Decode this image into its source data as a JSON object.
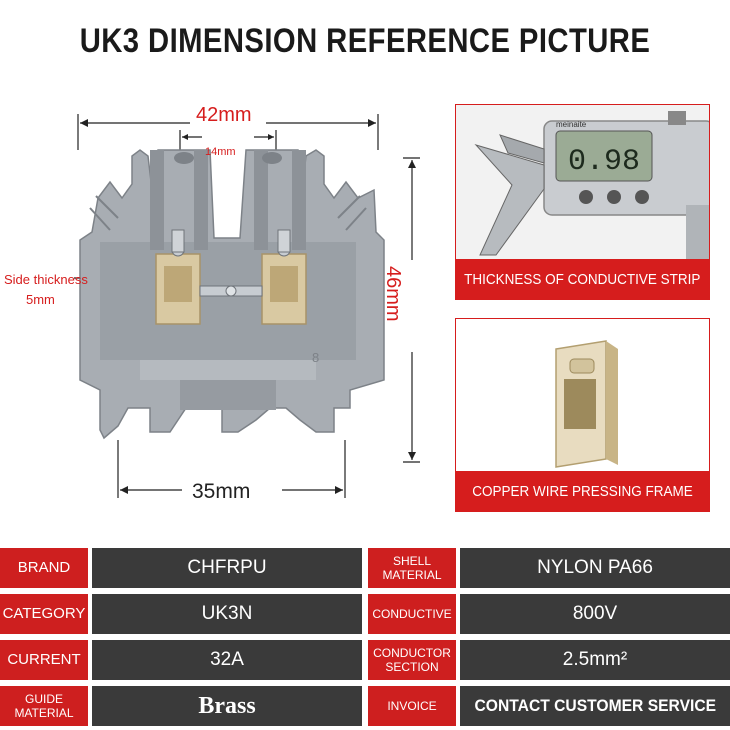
{
  "title": "UK3 DIMENSION REFERENCE PICTURE",
  "diagram": {
    "width_label": "42mm",
    "gap_label": "14mm",
    "side_thickness_label": "Side thickness",
    "side_thickness_value": "5mm",
    "height_label": "46mm",
    "base_label": "35mm",
    "mark": "8"
  },
  "panels": {
    "top": {
      "caption": "THICKNESS OF CONDUCTIVE STRIP",
      "reading": "0.98",
      "brand": "meinaite"
    },
    "bottom": {
      "caption": "COPPER WIRE PRESSING FRAME"
    }
  },
  "specs": [
    {
      "left_label": "BRAND",
      "left_value": "CHFRPU",
      "right_label": "SHELL MATERIAL",
      "right_value": "NYLON PA66"
    },
    {
      "left_label": "CATEGORY",
      "left_value": "UK3N",
      "right_label": "CONDUCTIVE",
      "right_value": "800V"
    },
    {
      "left_label": "CURRENT",
      "left_value": "32A",
      "right_label": "CONDUCTOR SECTION",
      "right_value": "2.5mm²"
    },
    {
      "left_label": "GUIDE MATERIAL",
      "left_value": "Brass",
      "right_label": "INVOICE",
      "right_value": "CONTACT CUSTOMER SERVICE"
    }
  ],
  "colors": {
    "accent": "#d61d1d",
    "cell_dark": "#3a3a3a",
    "housing": "#a8adb3"
  }
}
